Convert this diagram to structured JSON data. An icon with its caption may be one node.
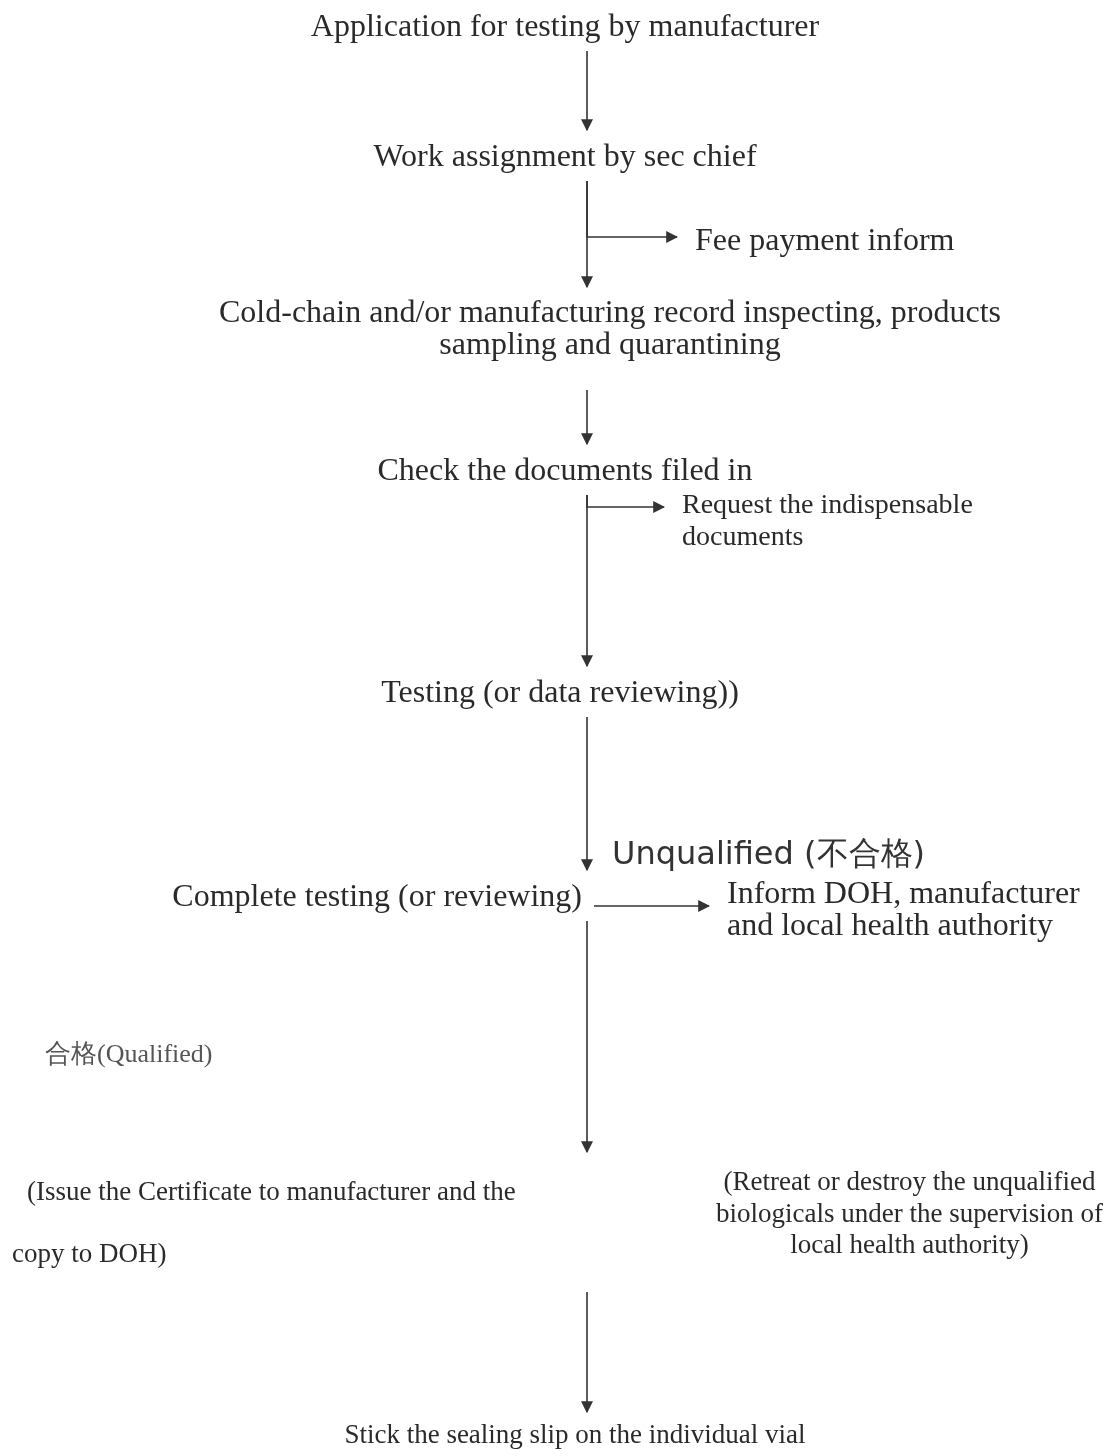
{
  "diagram": {
    "nodes": [
      {
        "text": [
          "Application for testing by manufacturer"
        ]
      },
      {
        "text": [
          "Work assignment by sec chief"
        ]
      },
      {
        "text": [
          "Fee payment inform"
        ]
      },
      {
        "text": [
          "Cold-chain and/or manufacturing record inspecting, products sampling and quarantining"
        ]
      },
      {
        "text": [
          "Check the documents filed in"
        ]
      },
      {
        "text": [
          "Request the indispensable documents"
        ]
      },
      {
        "text": [
          "Testing (or data reviewing))"
        ]
      },
      {
        "text": [
          "Complete testing (or reviewing)"
        ]
      },
      {
        "text": [
          "Inform DOH, manufacturer and local health authority"
        ]
      },
      {
        "text": [
          "(Issue the Certificate to manufacturer and the copy to DOH)"
        ]
      },
      {
        "text": [
          "(Retreat or destroy the unqualified biologicals under the supervision of local health authority)"
        ]
      },
      {
        "text": [
          "Stick the sealing slip on the individual vial"
        ]
      }
    ],
    "edges": [
      {
        "from": 0,
        "to": 1,
        "arrow": "to"
      },
      {
        "from": 1,
        "to": 3,
        "arrow": "to"
      },
      {
        "from": 1,
        "to": 2,
        "arrow": "to"
      },
      {
        "from": 3,
        "to": 4,
        "arrow": "to"
      },
      {
        "from": 4,
        "to": 6,
        "arrow": "to"
      },
      {
        "from": 4,
        "to": 5,
        "arrow": "to"
      },
      {
        "from": 6,
        "to": 7,
        "arrow": "to"
      },
      {
        "from": 7,
        "to": 8,
        "arrow": "to",
        "label": "Unqualified (不合格)"
      },
      {
        "from": 7,
        "to": 9,
        "arrow": "to"
      },
      {
        "from": 9,
        "to": 11,
        "arrow": "to"
      }
    ],
    "labels": [
      "合格(Qualified)"
    ]
  }
}
